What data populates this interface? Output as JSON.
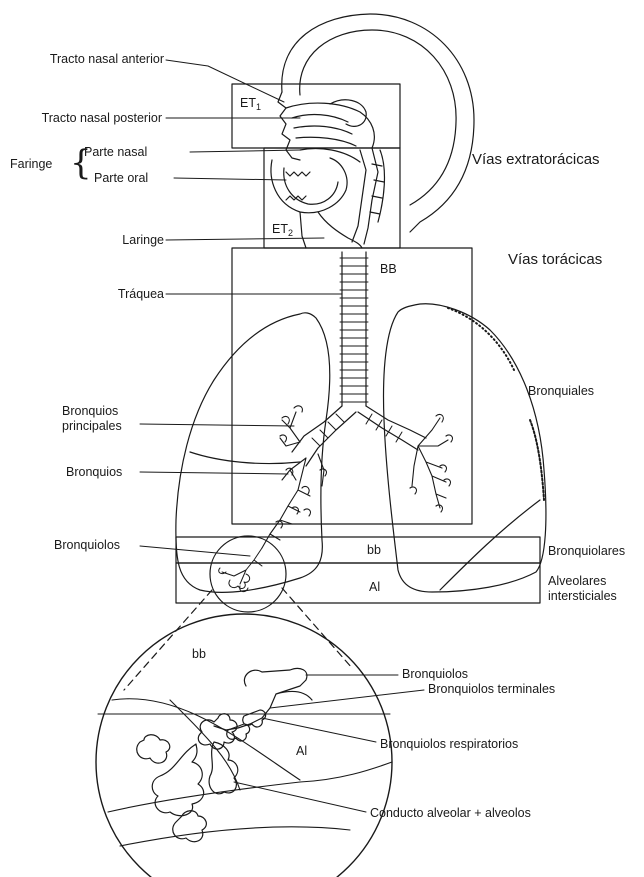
{
  "labels": {
    "tracto_nasal_anterior": "Tracto nasal anterior",
    "tracto_nasal_posterior": "Tracto nasal posterior",
    "faringe": "Faringe",
    "parte_nasal": "Parte nasal",
    "parte_oral": "Parte oral",
    "laringe": "Laringe",
    "traquea": "Tráquea",
    "bronquios_principales": "Bronquios principales",
    "bronquios": "Bronquios",
    "bronquiolos": "Bronquiolos"
  },
  "regions": {
    "vias_extratoracicas": "Vías extratorácicas",
    "vias_toracicas": "Vías torácicas",
    "bronquiales": "Bronquiales",
    "bronquiolares": "Bronquiolares",
    "alveolares_intersticiales": "Alveolares intersticiales"
  },
  "boxes": {
    "et1": "ET",
    "et1_sub": "1",
    "et2": "ET",
    "et2_sub": "2",
    "bb_upper": "BB",
    "bb_lower": "bb",
    "al": "Al"
  },
  "inset": {
    "bb": "bb",
    "al": "Al",
    "bronquiolos": "Bronquiolos",
    "bronquiolos_terminales": "Bronquiolos terminales",
    "bronquiolos_respiratorios": "Bronquiolos respiratorios",
    "conducto_alveolar": "Conducto alveolar + alveolos"
  }
}
